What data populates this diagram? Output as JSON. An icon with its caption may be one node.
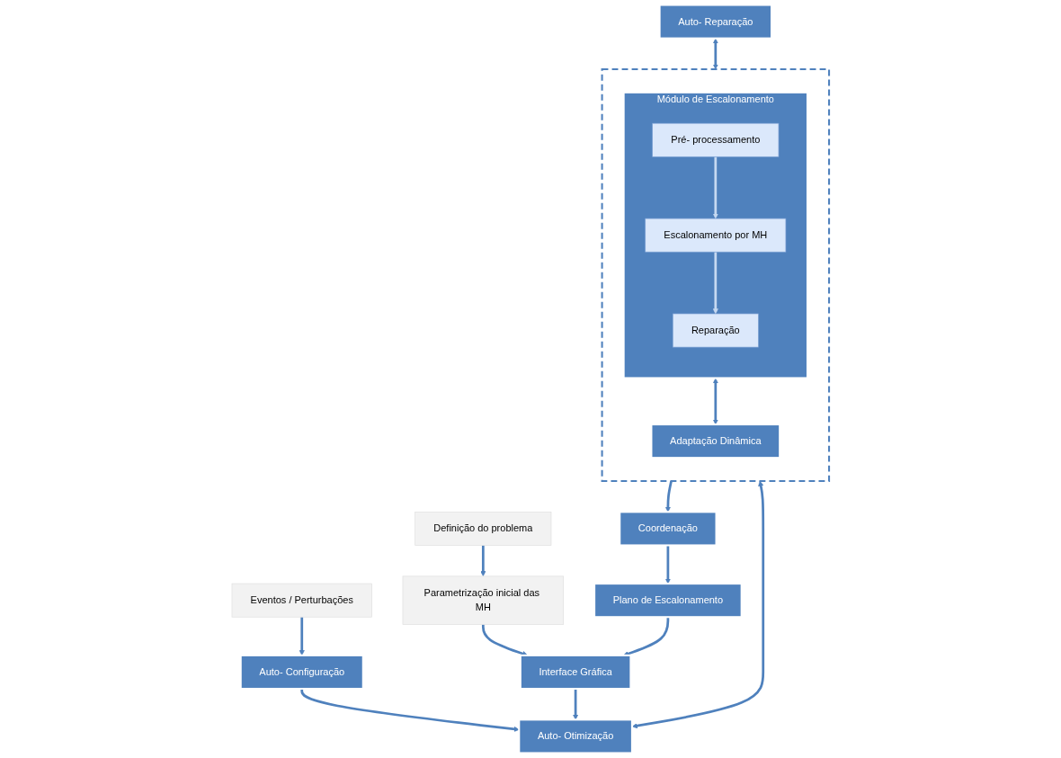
{
  "diagram": {
    "nodes": [
      {
        "text": [
          "Definição do problema"
        ]
      },
      {
        "text": [
          "Eventos / Perturbações"
        ]
      },
      {
        "text": [],
        "shape": "box"
      },
      {
        "text": [
          "Módulo de Escalonamento"
        ],
        "in": 2
      },
      {
        "text": [
          "Pré- processamento"
        ],
        "in": 3
      },
      {
        "text": [
          "Parametrização inicial das MH"
        ]
      },
      {
        "text": [
          "Auto- Configuração"
        ]
      },
      {
        "text": [
          "Interface Gráfica"
        ]
      },
      {
        "text": [
          "Auto- Otimização"
        ]
      },
      {
        "text": [
          "Escalonamento por MH"
        ],
        "in": 3
      },
      {
        "text": [
          "Reparação"
        ],
        "in": 3
      },
      {
        "text": [
          "Plano de Escalonamento"
        ]
      },
      {
        "text": [
          "Auto- Reparação"
        ]
      },
      {
        "text": [
          "Coordenação"
        ]
      },
      {
        "text": [
          "Adaptação Dinâmica"
        ],
        "in": 2
      }
    ],
    "edges": [
      {
        "from": 0,
        "to": 5,
        "arrow": "to"
      },
      {
        "from": 1,
        "to": 6,
        "arrow": "to"
      },
      {
        "from": 5,
        "to": 7,
        "arrow": "to"
      },
      {
        "from": 6,
        "to": 8,
        "arrow": "to"
      },
      {
        "from": 7,
        "to": 8,
        "arrow": "to"
      },
      {
        "from": 8,
        "to": 2,
        "arrow": "both"
      },
      {
        "from": 4,
        "to": 9,
        "arrow": "to",
        "color": "#c6d9f1"
      },
      {
        "from": 9,
        "to": 10,
        "arrow": "to",
        "color": "#c6d9f1"
      },
      {
        "from": 12,
        "to": 2,
        "arrow": "both"
      },
      {
        "from": 3,
        "to": 14,
        "arrow": "both"
      },
      {
        "from": 2,
        "to": 13,
        "arrow": "to"
      },
      {
        "from": 13,
        "to": 11,
        "arrow": "to"
      },
      {
        "from": 11,
        "to": 7,
        "arrow": "to"
      }
    ]
  }
}
